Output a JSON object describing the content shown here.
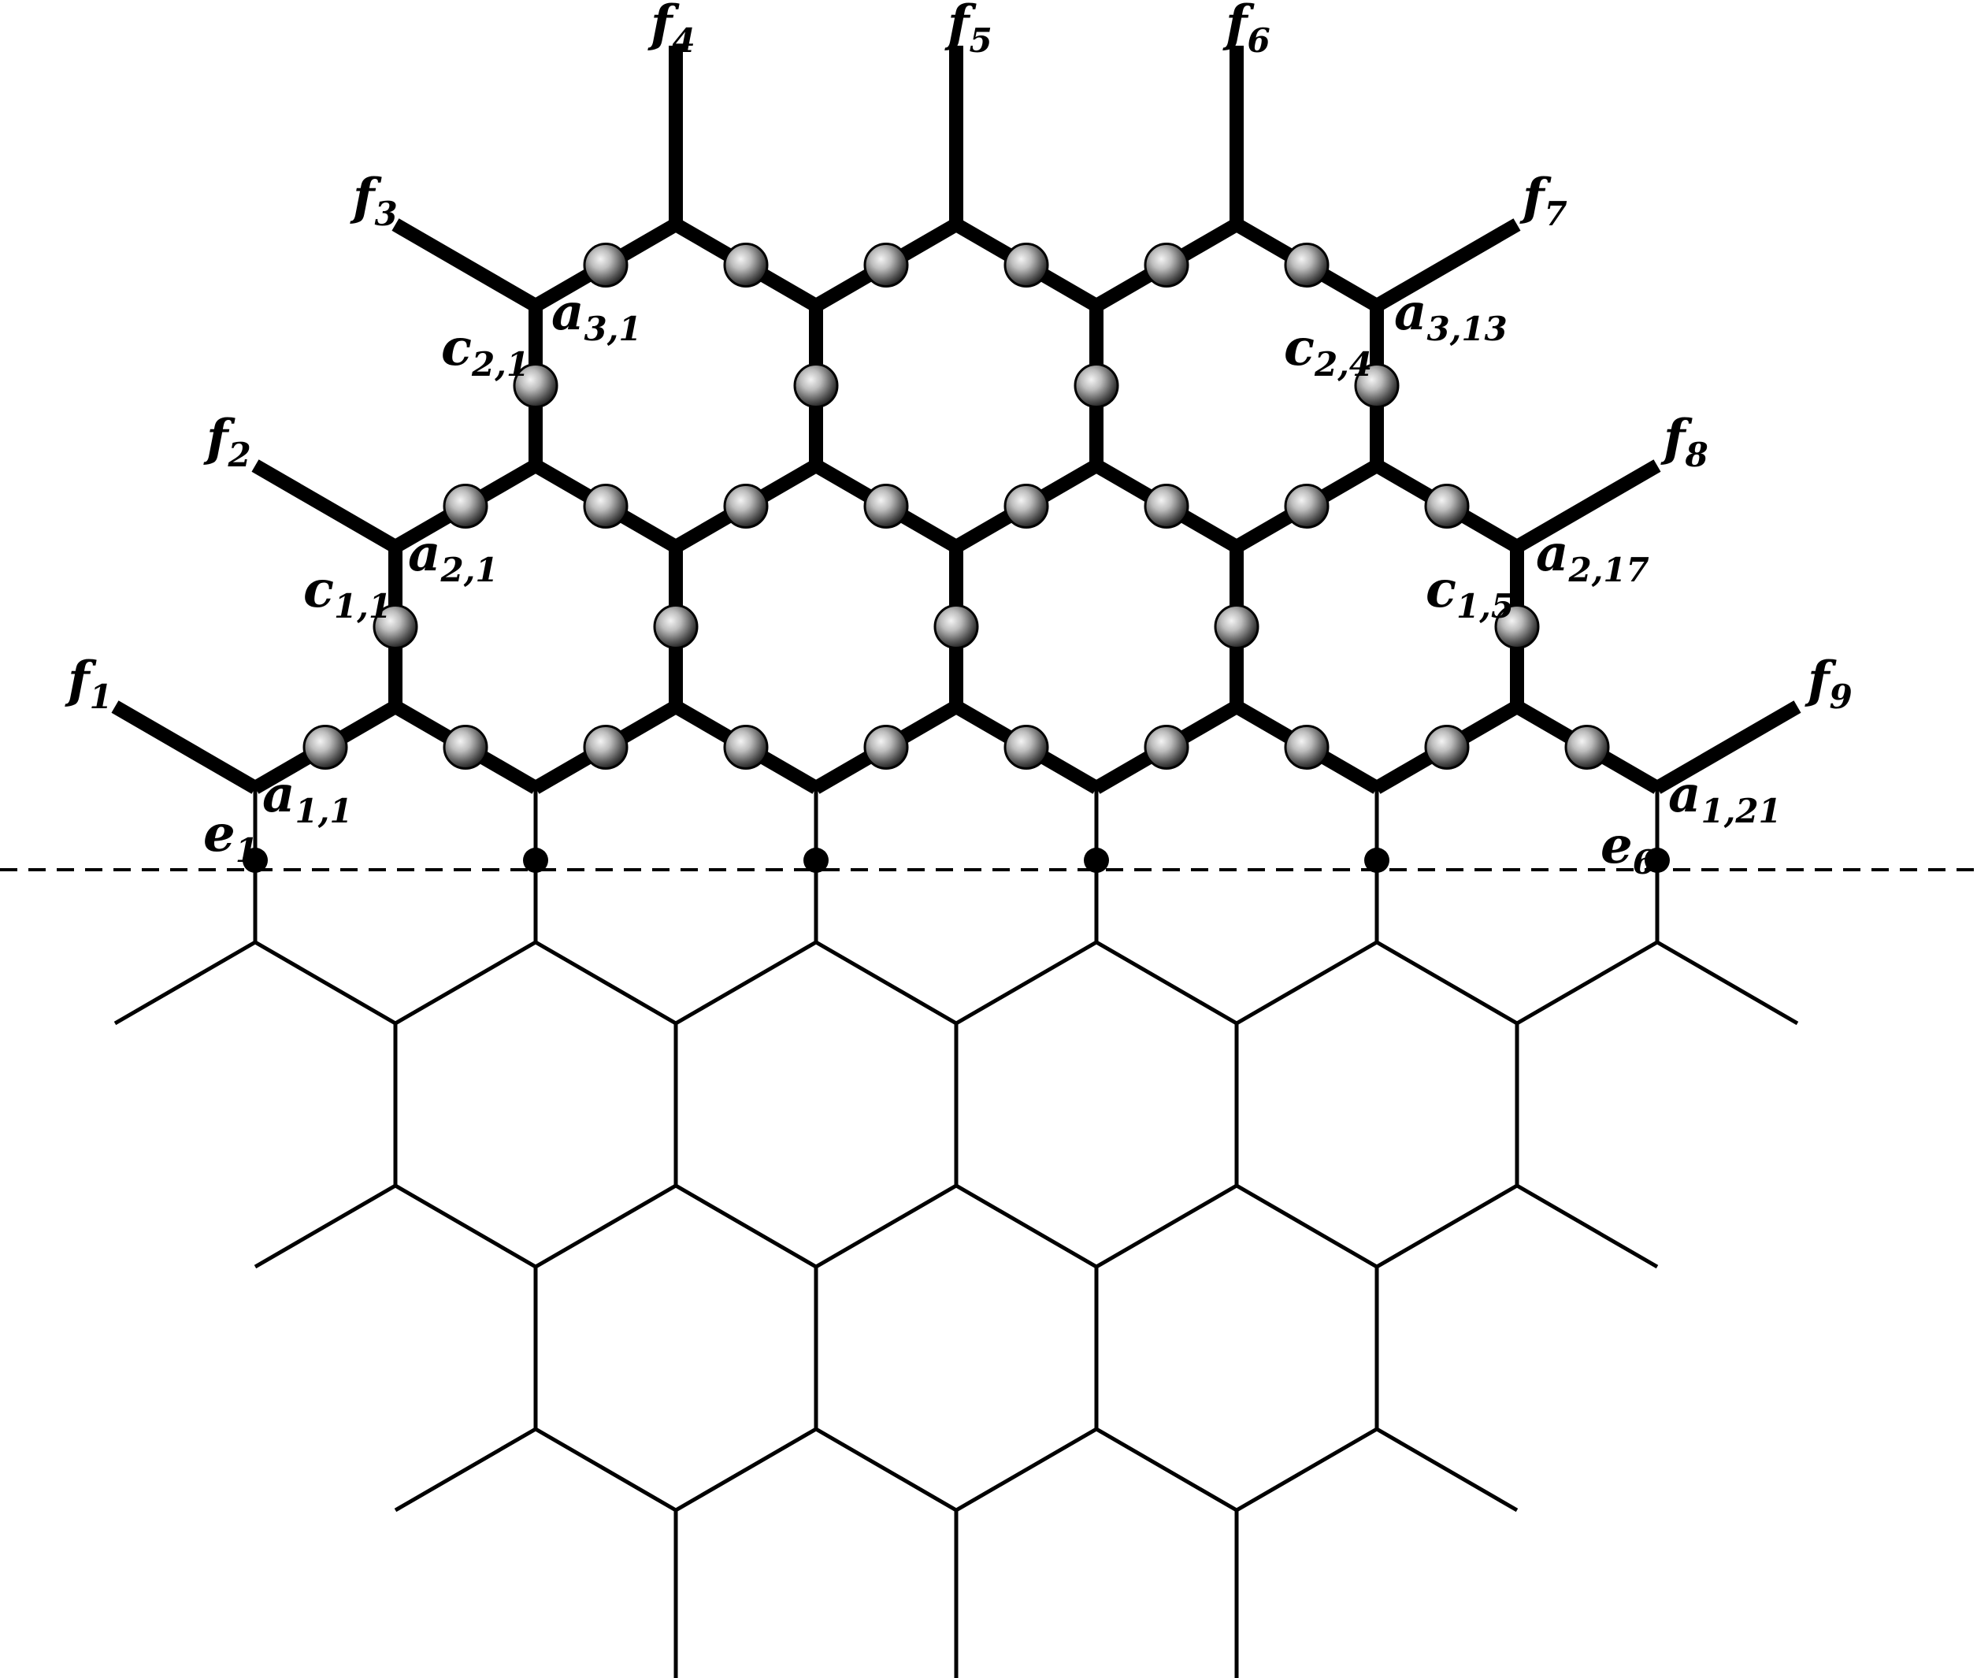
{
  "figure": {
    "colors": {
      "ink": "#000000",
      "background": "#ffffff",
      "bead_light": "#f4f4f4",
      "bead_dark": "#1a1a1a"
    },
    "labels": {
      "f1": {
        "main": "f",
        "sub": "1"
      },
      "f2": {
        "main": "f",
        "sub": "2"
      },
      "f3": {
        "main": "f",
        "sub": "3"
      },
      "f4": {
        "main": "f",
        "sub": "4"
      },
      "f5": {
        "main": "f",
        "sub": "5"
      },
      "f6": {
        "main": "f",
        "sub": "6"
      },
      "f7": {
        "main": "f",
        "sub": "7"
      },
      "f8": {
        "main": "f",
        "sub": "8"
      },
      "f9": {
        "main": "f",
        "sub": "9"
      },
      "a11": {
        "main": "a",
        "sub": "1,1"
      },
      "a21": {
        "main": "a",
        "sub": "2,1"
      },
      "a31": {
        "main": "a",
        "sub": "3,1"
      },
      "a313": {
        "main": "a",
        "sub": "3,13"
      },
      "a217": {
        "main": "a",
        "sub": "2,17"
      },
      "a121": {
        "main": "a",
        "sub": "1,21"
      },
      "c11": {
        "main": "c",
        "sub": "1,1"
      },
      "c21": {
        "main": "c",
        "sub": "2,1"
      },
      "c24": {
        "main": "c",
        "sub": "2,4"
      },
      "c15": {
        "main": "c",
        "sub": "1,5"
      },
      "e1": {
        "main": "e",
        "sub": "1"
      },
      "e6": {
        "main": "e",
        "sub": "6"
      }
    }
  }
}
